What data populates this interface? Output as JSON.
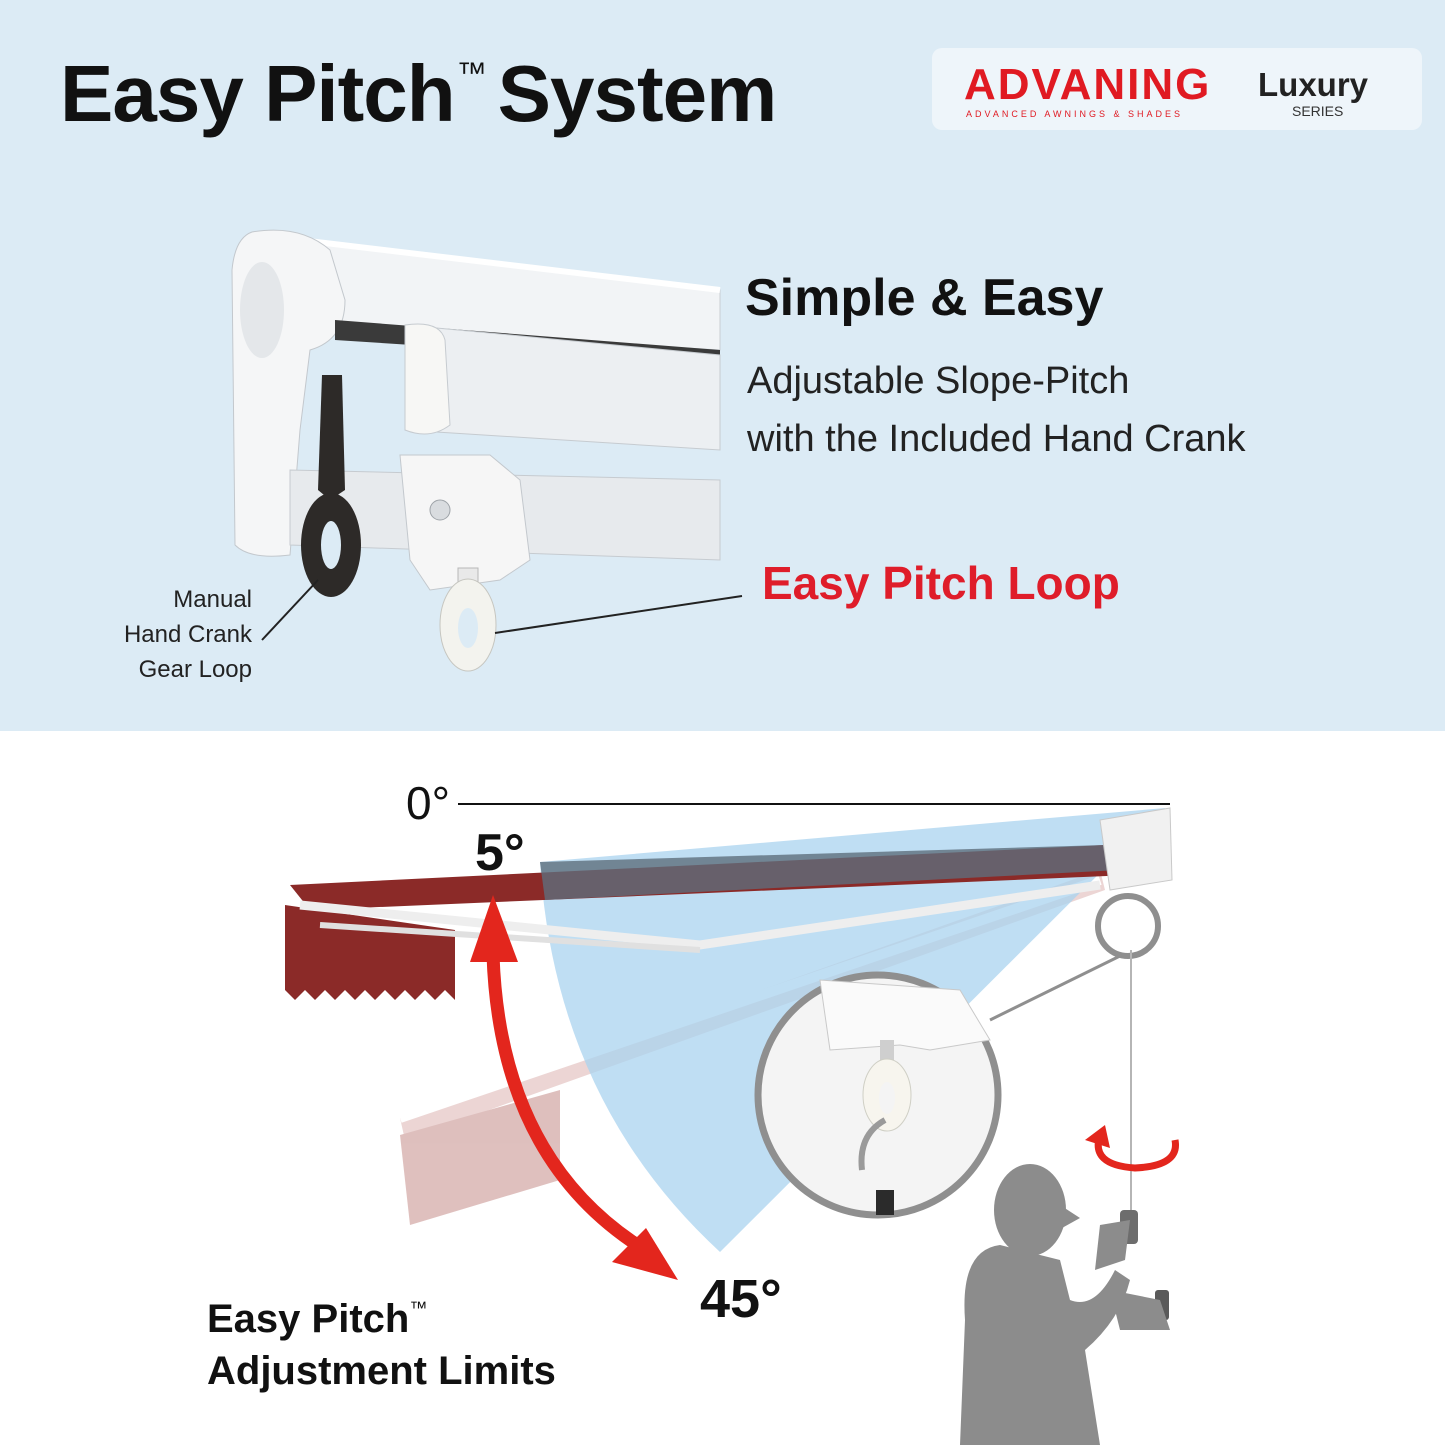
{
  "header": {
    "title_main": "Easy Pitch",
    "title_tm": "™",
    "title_rest": "System"
  },
  "logo": {
    "brand": "ADVANING",
    "brand_sub": "ADVANCED AWNINGS & SHADES",
    "luxury": "Luxury",
    "series": "SERIES"
  },
  "feature": {
    "heading": "Simple & Easy",
    "line1": "Adjustable Slope-Pitch",
    "line2": "with the Included Hand Crank",
    "loop_label": "Easy Pitch Loop"
  },
  "callout": {
    "line1": "Manual",
    "line2": "Hand Crank",
    "line3": "Gear Loop"
  },
  "diagram": {
    "angle_0": "0°",
    "angle_5": "5°",
    "angle_45": "45°",
    "limits_line1": "Easy Pitch",
    "limits_tm": "™",
    "limits_line2": "Adjustment Limits"
  },
  "colors": {
    "top_background": "#dcebf5",
    "brand_red": "#e01a22",
    "loop_red": "#df1d2a",
    "awning_fabric": "#8b2a28",
    "pitch_range": "#a9d3ef",
    "silhouette": "#8c8c8c"
  }
}
